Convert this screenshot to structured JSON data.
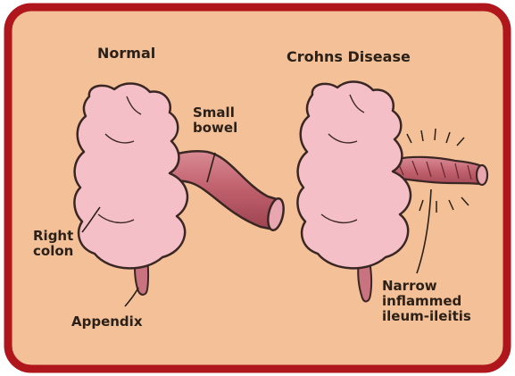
{
  "colors": {
    "frame": "#b0171c",
    "background": "#f4c098",
    "colon_fill": "#f5bfc8",
    "bowel_fill": "#bf5f6c",
    "bowel_edge": "#6b2a2f",
    "outline": "#3a2724"
  },
  "normal": {
    "title": "Normal",
    "small_bowel": [
      "Small",
      "bowel"
    ],
    "right_colon": [
      "Right",
      "colon"
    ],
    "appendix": "Appendix"
  },
  "crohns": {
    "title": "Crohns Disease",
    "inflamed": [
      "Narrow",
      "inflammed",
      "ileum-ileitis"
    ]
  }
}
